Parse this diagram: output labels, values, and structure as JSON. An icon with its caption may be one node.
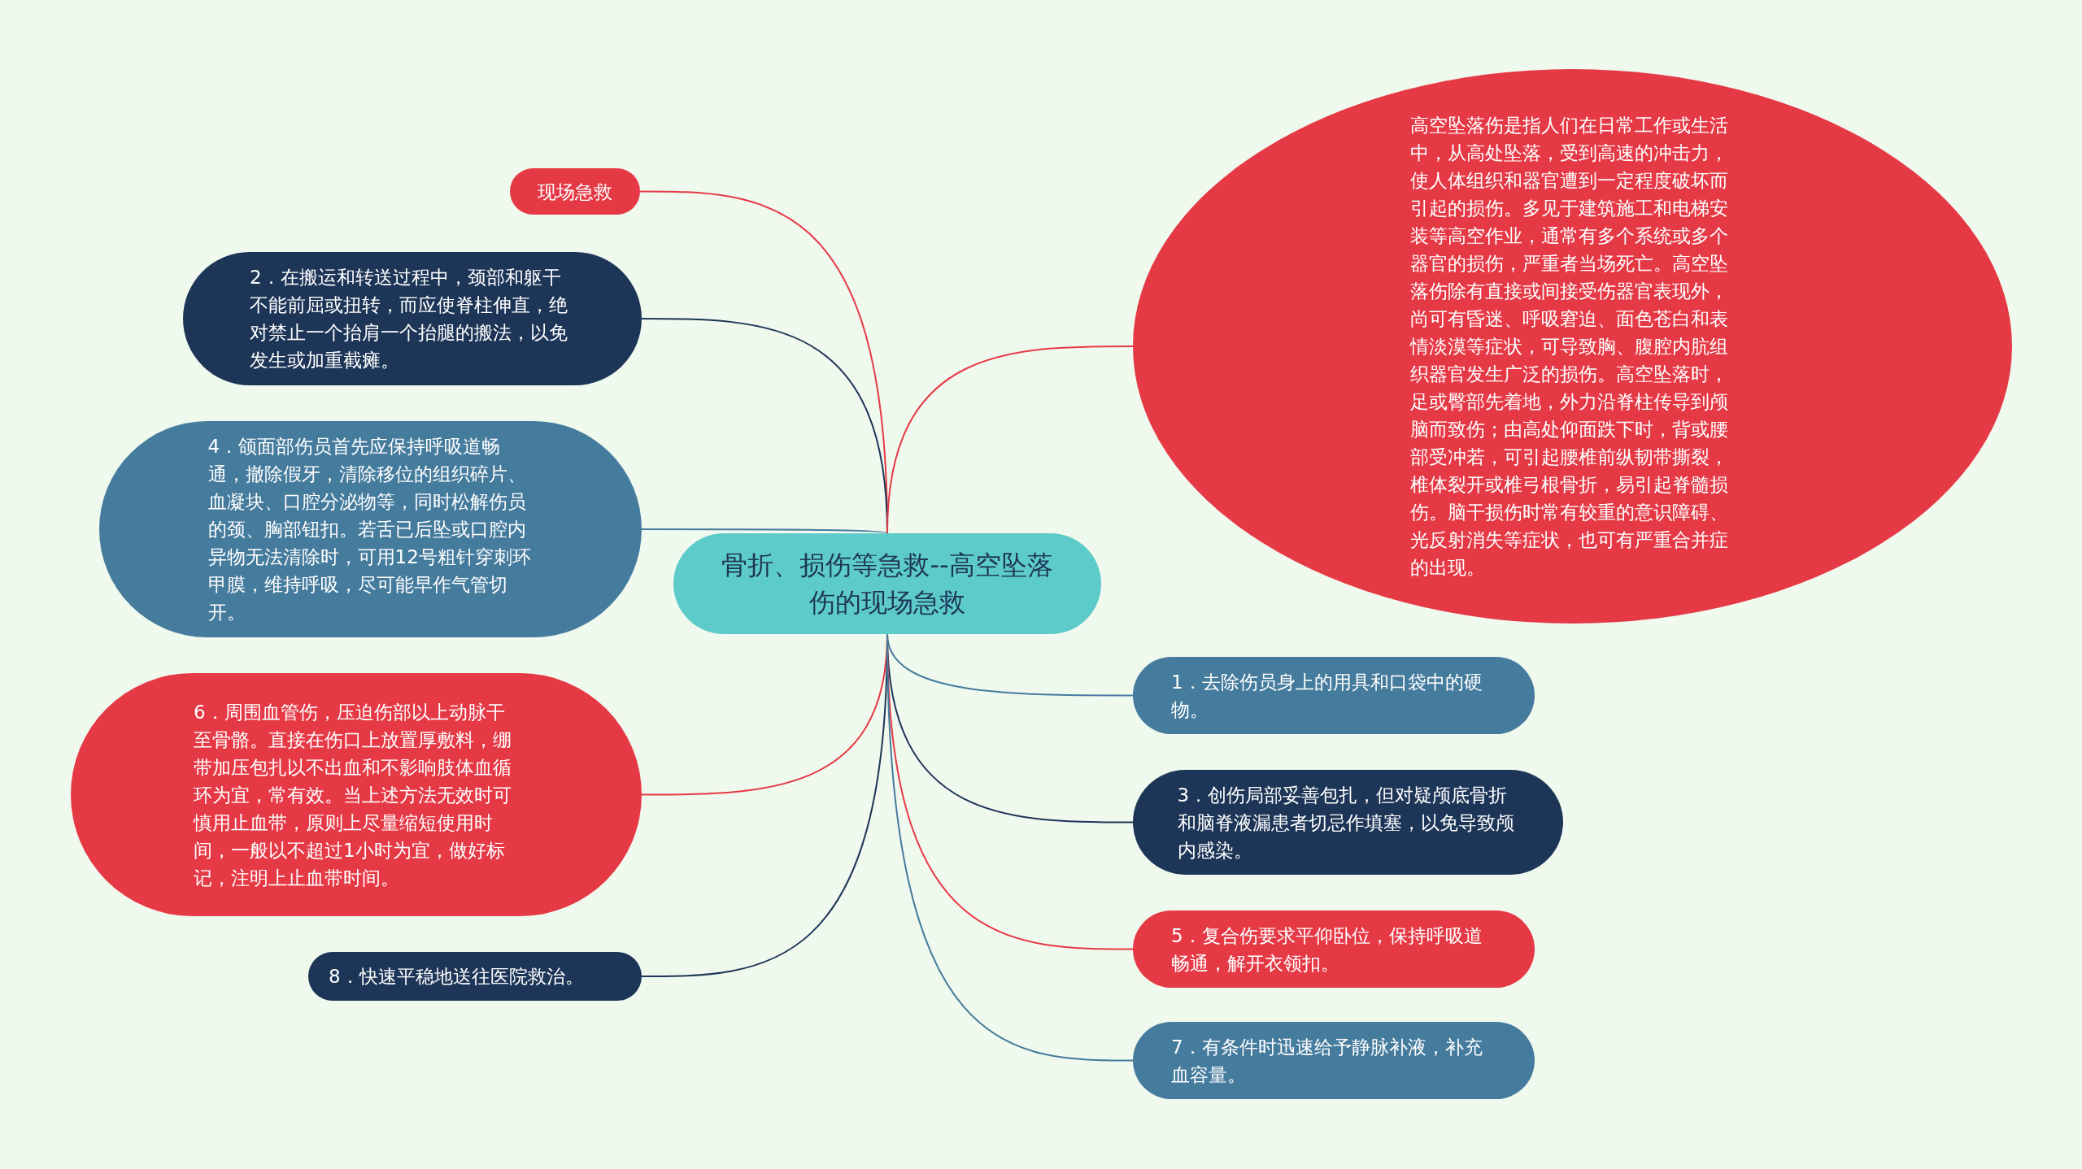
{
  "diagram": {
    "nodes": [
      {
        "text": [
          "骨折、损伤等急救--高空坠落伤的现场急救"
        ]
      },
      {
        "text": [
          "现场急救"
        ]
      },
      {
        "text": [
          "2．在搬运和转送过程中，颈部和躯干不能前屈或扭转，而应使脊柱伸直，绝对禁止一个抬肩一个抬腿的搬法，以免发生或加重截瘫。"
        ]
      },
      {
        "text": [
          "4．颌面部伤员首先应保持呼吸道畅通，撤除假牙，清除移位的组织碎片、血凝块、口腔分泌物等，同时松解伤员的颈、胸部钮扣。若舌已后坠或口腔内异物无法清除时，可用12号粗针穿刺环甲膜，维持呼吸，尽可能早作气管切开。"
        ]
      },
      {
        "text": [
          "6．周围血管伤，压迫伤部以上动脉干至骨骼。直接在伤口上放置厚敷料，绷带加压包扎以不出血和不影响肢体血循环为宜，常有效。当上述方法无效时可慎用止血带，原则上尽量缩短使用时间，一般以不超过1小时为宜，做好标记，注明上止血带时间。"
        ]
      },
      {
        "text": [
          "8．快速平稳地送往医院救治。"
        ]
      },
      {
        "text": [
          "高空坠落伤是指人们在日常工作或生活中，从高处坠落，受到高速的冲击力，使人体组织和器官遭到一定程度破坏而引起的损伤。多见于建筑施工和电梯安装等高空作业，通常有多个系统或多个器官的损伤，严重者当场死亡。高空坠落伤除有直接或间接受伤器官表现外，尚可有昏迷、呼吸窘迫、面色苍白和表情淡漠等症状，可导致胸、腹腔内肮组织器官发生广泛的损伤。高空坠落时，足或臀部先着地，外力沿脊柱传导到颅脑而致伤；由高处仰面跌下时，背或腰部受冲若，可引起腰椎前纵韧带撕裂，椎体裂开或椎弓根骨折，易引起脊髓损伤。脑干损伤时常有较重的意识障碍、光反射消失等症状，也可有严重合并症的出现。"
        ]
      },
      {
        "text": [
          "1．去除伤员身上的用具和口袋中的硬物。"
        ]
      },
      {
        "text": [
          "3．创伤局部妥善包扎，但对疑颅底骨折和脑脊液漏患者切忌作填塞，以免导致颅内感染。"
        ]
      },
      {
        "text": [
          "5．复合伤要求平仰卧位，保持呼吸道畅通，解开衣领扣。"
        ]
      },
      {
        "text": [
          "7．有条件时迅速给予静脉补液，补充血容量。"
        ]
      }
    ],
    "edges": [
      {
        "from": 0,
        "to": 1,
        "arrow": "none"
      },
      {
        "from": 0,
        "to": 2,
        "arrow": "none",
        "color": "#1d3557"
      },
      {
        "from": 0,
        "to": 3,
        "arrow": "none",
        "color": "#457b9d"
      },
      {
        "from": 0,
        "to": 4,
        "arrow": "none"
      },
      {
        "from": 0,
        "to": 5,
        "arrow": "none",
        "color": "#1d3557"
      },
      {
        "from": 0,
        "to": 6,
        "arrow": "none"
      },
      {
        "from": 0,
        "to": 7,
        "arrow": "none",
        "color": "#457b9d"
      },
      {
        "from": 0,
        "to": 8,
        "arrow": "none",
        "color": "#1d3557"
      },
      {
        "from": 0,
        "to": 9,
        "arrow": "none"
      },
      {
        "from": 0,
        "to": 10,
        "arrow": "none",
        "color": "#457b9d"
      }
    ]
  }
}
